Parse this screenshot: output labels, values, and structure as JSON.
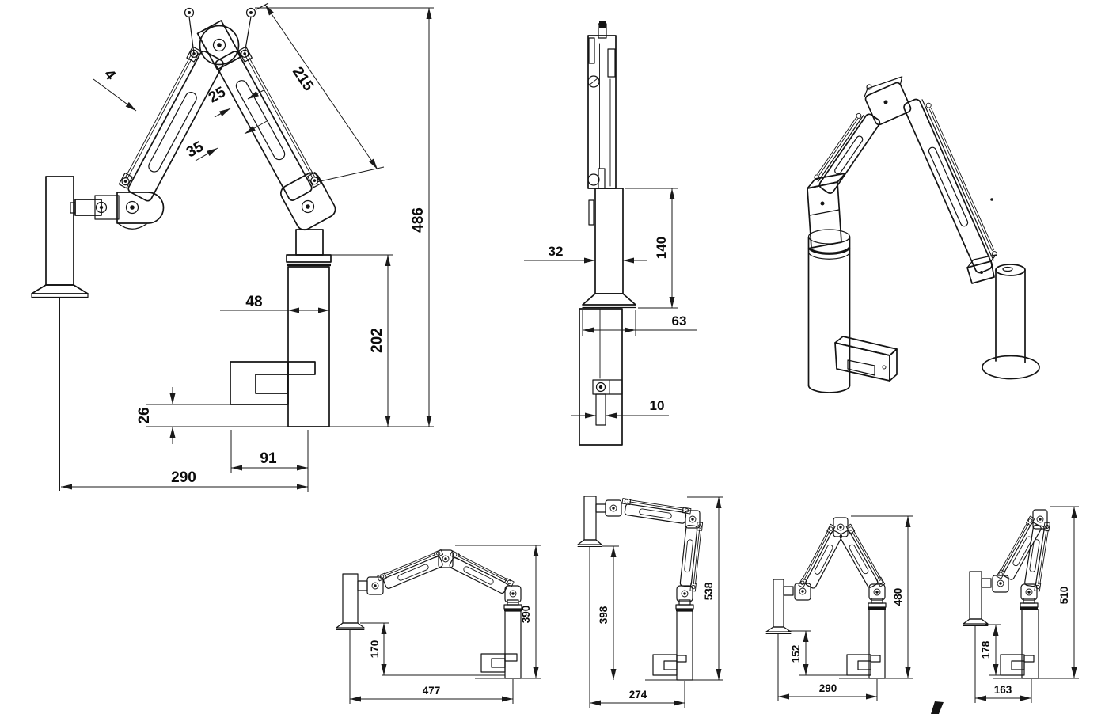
{
  "page": {
    "background": "#ffffff",
    "line_color": "#141414"
  },
  "front": {
    "thickness": "4",
    "strap_length": "215",
    "slot_width": "25",
    "strap_width": "35",
    "overall_height": "486",
    "column_width": "48",
    "column_height": "202",
    "jaw_gap": "26",
    "clamp_depth": "91",
    "reach": "290"
  },
  "side": {
    "body_width": "32",
    "column_height": "140",
    "base_width": "63",
    "screw_width": "10"
  },
  "pose1": {
    "clearance": "170",
    "height": "390",
    "reach": "477"
  },
  "pose2": {
    "clearance": "398",
    "height": "538",
    "reach": "274"
  },
  "pose3": {
    "clearance": "152",
    "height": "480",
    "reach": "290"
  },
  "pose4": {
    "clearance": "178",
    "height": "510",
    "reach": "163"
  }
}
